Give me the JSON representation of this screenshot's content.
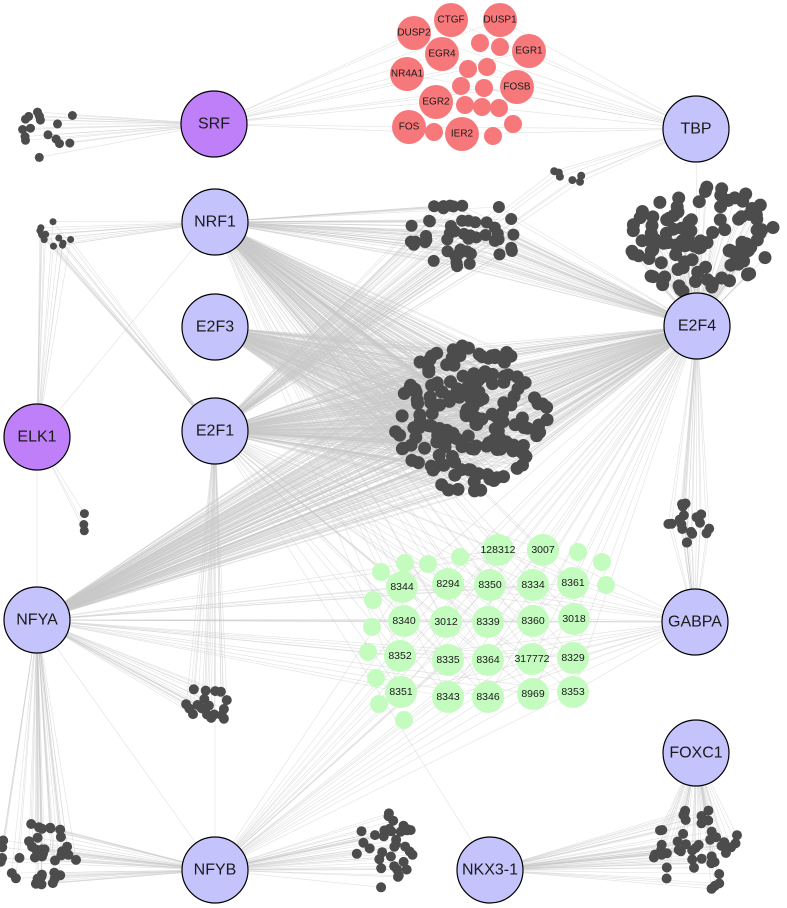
{
  "colors": {
    "tf_purple": "#bf7ff8",
    "tf_lavender": "#c4c3fc",
    "gene_red": "#f7787a",
    "gene_green": "#c4fcc0",
    "target_dark": "#4c4c4c",
    "edge": "#cfcfcf",
    "outline": "#000000"
  },
  "hubs": {
    "srf": "SRF",
    "tbp": "TBP",
    "nrf1": "NRF1",
    "e2f3": "E2F3",
    "e2f4": "E2F4",
    "elk1": "ELK1",
    "e2f1": "E2F1",
    "nfya": "NFYA",
    "gabpa": "GABPA",
    "foxc1": "FOXC1",
    "nfyb": "NFYB",
    "nkx31": "NKX3-1"
  },
  "red_genes": {
    "ctgf": "CTGF",
    "dusp1": "DUSP1",
    "dusp2": "DUSP2",
    "egr4": "EGR4",
    "egr1": "EGR1",
    "nr4a1": "NR4A1",
    "fosb": "FOSB",
    "egr2": "EGR2",
    "fos": "FOS",
    "ier2": "IER2"
  },
  "green_genes": {
    "g128312": "128312",
    "g3007": "3007",
    "g8344": "8344",
    "g8294": "8294",
    "g8350": "8350",
    "g8334": "8334",
    "g8361": "8361",
    "g8340": "8340",
    "g3012": "3012",
    "g8339": "8339",
    "g8360": "8360",
    "g3018": "3018",
    "g8352": "8352",
    "g8335": "8335",
    "g8364": "8364",
    "g317772": "317772",
    "g8329": "8329",
    "g8351": "8351",
    "g8343": "8343",
    "g8346": "8346",
    "g8969": "8969",
    "g8353": "8353"
  }
}
